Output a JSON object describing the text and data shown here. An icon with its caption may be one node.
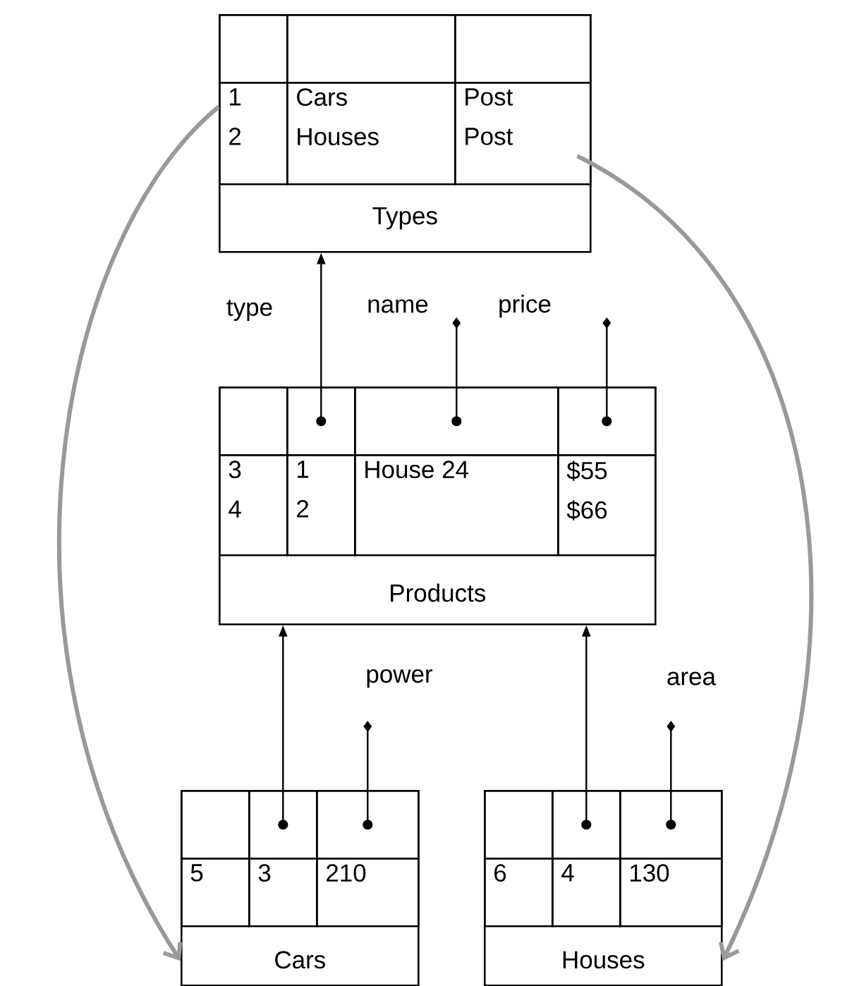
{
  "diagram": {
    "nodes": [
      {
        "text": [
          "Types"
        ]
      },
      {
        "text": [],
        "shape": "box",
        "in": 0
      },
      {
        "text": [],
        "shape": "box",
        "in": 0
      },
      {
        "text": [],
        "shape": "box",
        "in": 0
      },
      {
        "text": [
          "1 2"
        ],
        "in": 0
      },
      {
        "text": [
          "Cars Houses"
        ],
        "in": 0
      },
      {
        "text": [
          "Post Post"
        ],
        "in": 0
      },
      {
        "text": [
          "name"
        ]
      },
      {
        "text": [
          "price"
        ]
      },
      {
        "text": [
          "Products"
        ]
      },
      {
        "text": [],
        "shape": "box",
        "in": 9
      },
      {
        "text": [],
        "shape": "box",
        "in": 9
      },
      {
        "text": [],
        "shape": "box",
        "in": 9
      },
      {
        "text": [],
        "shape": "box",
        "in": 9
      },
      {
        "text": [
          "3 4"
        ],
        "in": 9
      },
      {
        "text": [
          "1 2"
        ],
        "in": 9
      },
      {
        "text": [
          "House 24"
        ],
        "in": 9
      },
      {
        "text": [
          "$55 $66"
        ],
        "in": 9
      },
      {
        "text": [
          "power"
        ]
      },
      {
        "text": [
          "area"
        ]
      },
      {
        "text": [
          "Cars"
        ]
      },
      {
        "text": [],
        "shape": "box",
        "in": 20
      },
      {
        "text": [],
        "shape": "box",
        "in": 20
      },
      {
        "text": [],
        "shape": "box",
        "in": 20
      },
      {
        "text": [
          "5"
        ],
        "in": 20
      },
      {
        "text": [
          "3"
        ],
        "in": 20
      },
      {
        "text": [
          "210"
        ],
        "in": 20
      },
      {
        "text": [
          "Houses"
        ]
      },
      {
        "text": [],
        "shape": "box",
        "in": 27
      },
      {
        "text": [],
        "shape": "box",
        "in": 27
      },
      {
        "text": [],
        "shape": "box",
        "in": 27
      },
      {
        "text": [
          "6"
        ],
        "in": 27
      },
      {
        "text": [
          "4"
        ],
        "in": 27
      },
      {
        "text": [
          "130"
        ],
        "in": 27
      }
    ],
    "edges": [
      {
        "from": 11,
        "to": 0,
        "arrow": "to",
        "label": "type"
      },
      {
        "from": 7,
        "to": 12,
        "arrow": "other"
      },
      {
        "from": 8,
        "to": 13,
        "arrow": "other"
      },
      {
        "from": 22,
        "to": 9,
        "arrow": "to"
      },
      {
        "from": 18,
        "to": 23,
        "arrow": "other"
      },
      {
        "from": 29,
        "to": 9,
        "arrow": "to"
      },
      {
        "from": 19,
        "to": 30,
        "arrow": "other"
      },
      {
        "from": 4,
        "to": 20,
        "arrow": "to",
        "style": "thick",
        "color": "#999999"
      },
      {
        "from": 6,
        "to": 27,
        "arrow": "to",
        "style": "thick",
        "color": "#999999"
      }
    ]
  }
}
